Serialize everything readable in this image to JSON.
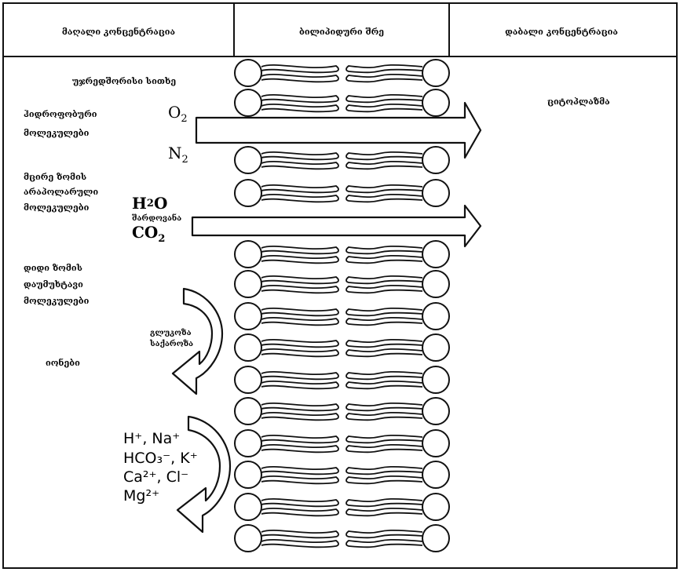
{
  "header": {
    "high_concentration": "მაღალი კონცენტრაცია",
    "bilayer": "ბილიპიდური შრე",
    "low_concentration": "დაბალი კონცენტრაცია"
  },
  "left_labels": {
    "extracellular": "უჯრედშორისი სითხე",
    "hydrophobic": [
      "ჰიდროფობური",
      "მოლეკულები"
    ],
    "small_nonpolar": [
      "მცირე ზომის",
      "არაპოლარული",
      "მოლეკულები"
    ],
    "large_uncharged": [
      "დიდი ზომის",
      "დაუმუხტავი",
      "მოლეკულები"
    ],
    "ions": "იონები"
  },
  "right_labels": {
    "cytoplasm": "ციტოპლაზმა"
  },
  "molecules": {
    "o2": "O",
    "o2_sub": "2",
    "n2": "N",
    "n2_sub": "2",
    "h2o": "H",
    "h2o_sub": "2",
    "h2o_rest": "O",
    "urea": "შარდოვანა",
    "co2": "CO",
    "co2_sub": "2",
    "glucose": "გლუკოზა",
    "sucrose": "საქაროზა",
    "ions_line1": "H⁺, Na⁺",
    "ions_line2": "HCO₃⁻, K⁺",
    "ions_line3": "Ca²⁺, Cl⁻",
    "ions_line4": "Mg²⁺"
  }
}
